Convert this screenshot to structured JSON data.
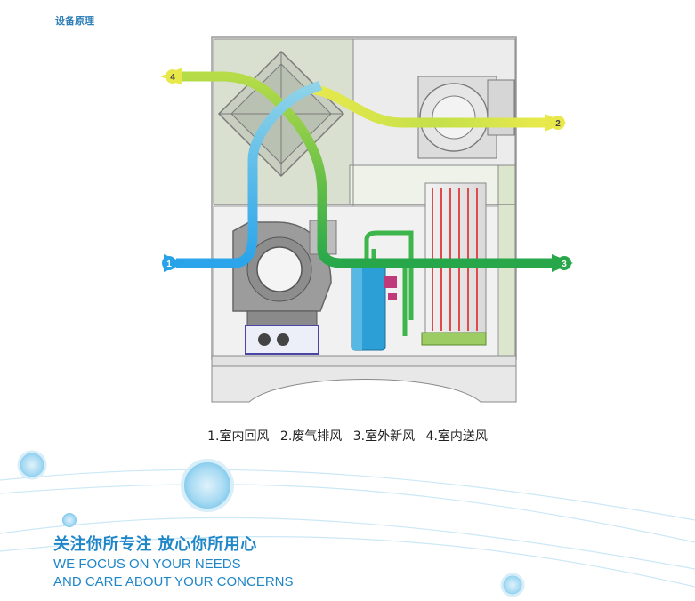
{
  "header": {
    "title": "设备原理"
  },
  "diagram": {
    "markers": [
      {
        "id": "m1",
        "label": "1"
      },
      {
        "id": "m2",
        "label": "2"
      },
      {
        "id": "m3",
        "label": "3"
      },
      {
        "id": "m4",
        "label": "4"
      }
    ]
  },
  "legend": {
    "items": [
      "1.室内回风",
      "2.废气排风",
      "3.室外新风",
      "4.室内送风"
    ]
  },
  "slogan": {
    "cn": "关注你所专注 放心你所用心",
    "en_line1": "WE FOCUS ON YOUR NEEDS",
    "en_line2": "AND CARE ABOUT YOUR CONCERNS"
  },
  "colors": {
    "accent_blue": "#1f86c8",
    "arrow_blue": "#29a3e8",
    "arrow_green": "#22a547",
    "arrow_yellow": "#e8e84a"
  }
}
